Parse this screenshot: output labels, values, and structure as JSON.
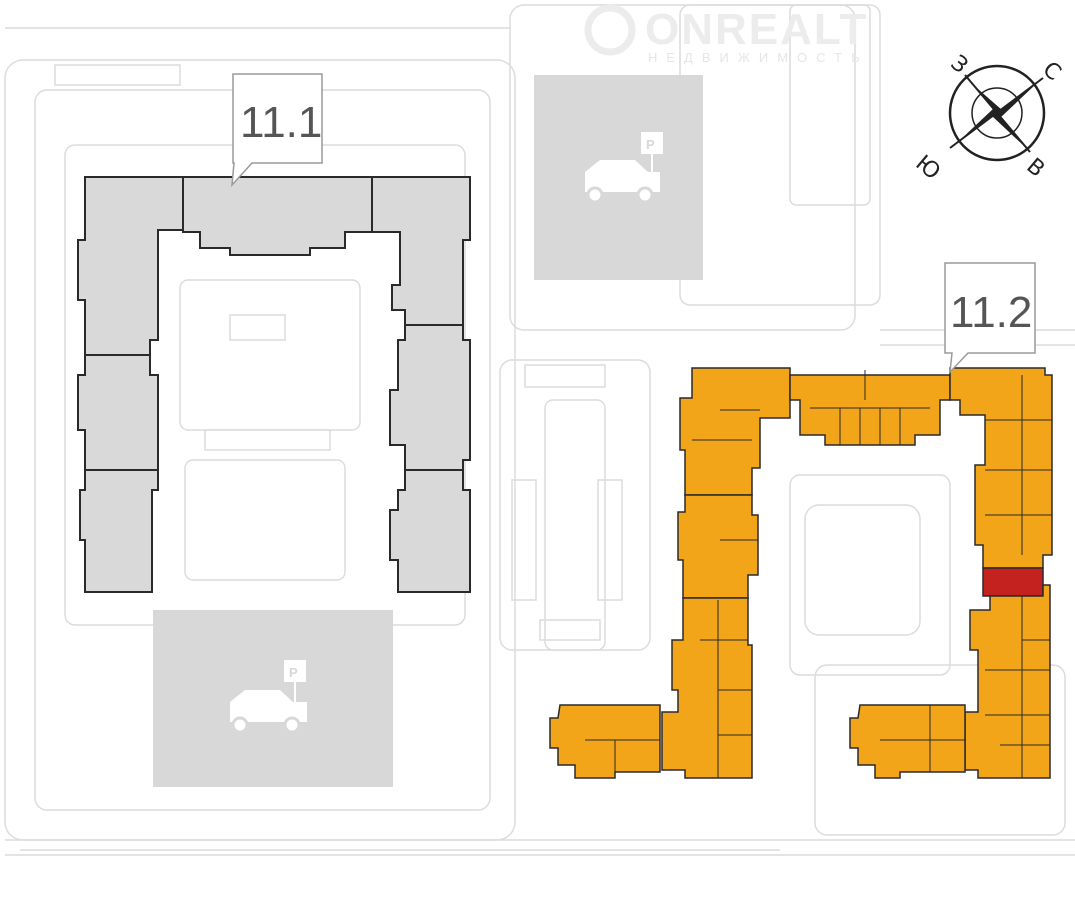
{
  "buildings": [
    {
      "label": "11.1",
      "status": "inactive"
    },
    {
      "label": "11.2",
      "status": "active",
      "selected_unit": "highlighted"
    }
  ],
  "parking": [
    {
      "sign": "P"
    },
    {
      "sign": "P"
    }
  ],
  "compass": {
    "west": "З",
    "north": "С",
    "south": "Ю",
    "east": "В"
  },
  "watermark": {
    "brand": "ONREALT",
    "sub": "НЕДВИЖИМОСТЬ"
  },
  "colors": {
    "active": "#f3a51a",
    "selected": "#c4221f",
    "inactive": "#d9d9d9",
    "parking": "#d8d8d8"
  }
}
